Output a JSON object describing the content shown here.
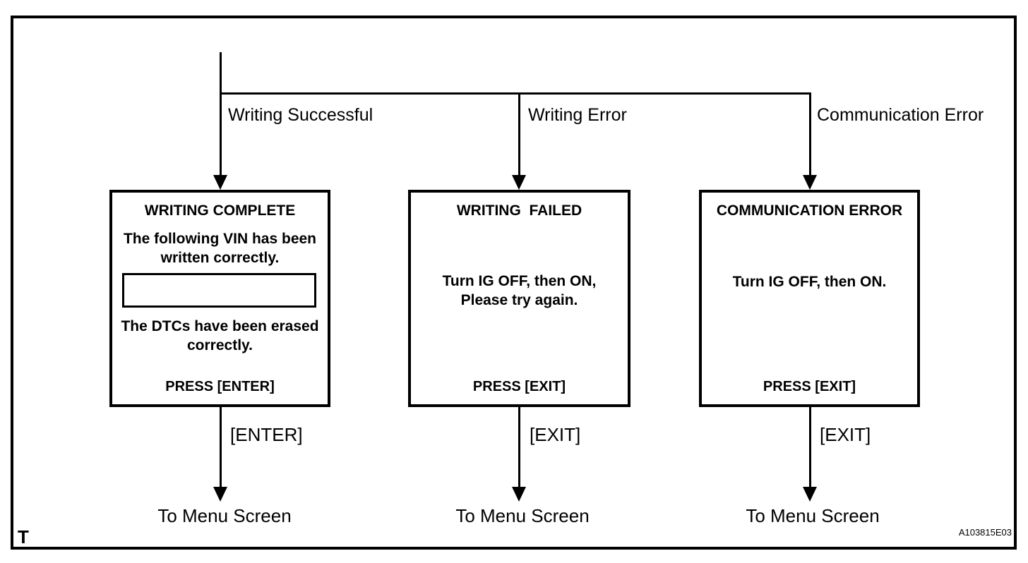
{
  "figure": {
    "corner_label": "T",
    "code": "A103815E03",
    "background_color": "#ffffff",
    "line_color": "#000000"
  },
  "branches": [
    {
      "label": "Writing Successful",
      "key_label": "[ENTER]",
      "destination": "To Menu Screen",
      "box": {
        "title": "WRITING COMPLETE",
        "body_top": "The following VIN has been\nwritten correctly.",
        "vin_field_value": "",
        "body_bottom": "The DTCs have been erased\ncorrectly.",
        "press_label": "PRESS [ENTER]"
      }
    },
    {
      "label": "Writing Error",
      "key_label": "[EXIT]",
      "destination": "To Menu Screen",
      "box": {
        "title": "WRITING  FAILED",
        "body": "Turn IG OFF, then ON,\nPlease try again.",
        "press_label": "PRESS [EXIT]"
      }
    },
    {
      "label": "Communication Error",
      "key_label": "[EXIT]",
      "destination": "To Menu Screen",
      "box": {
        "title": "COMMUNICATION ERROR",
        "body": "Turn IG OFF, then ON.",
        "press_label": "PRESS [EXIT]"
      }
    }
  ]
}
